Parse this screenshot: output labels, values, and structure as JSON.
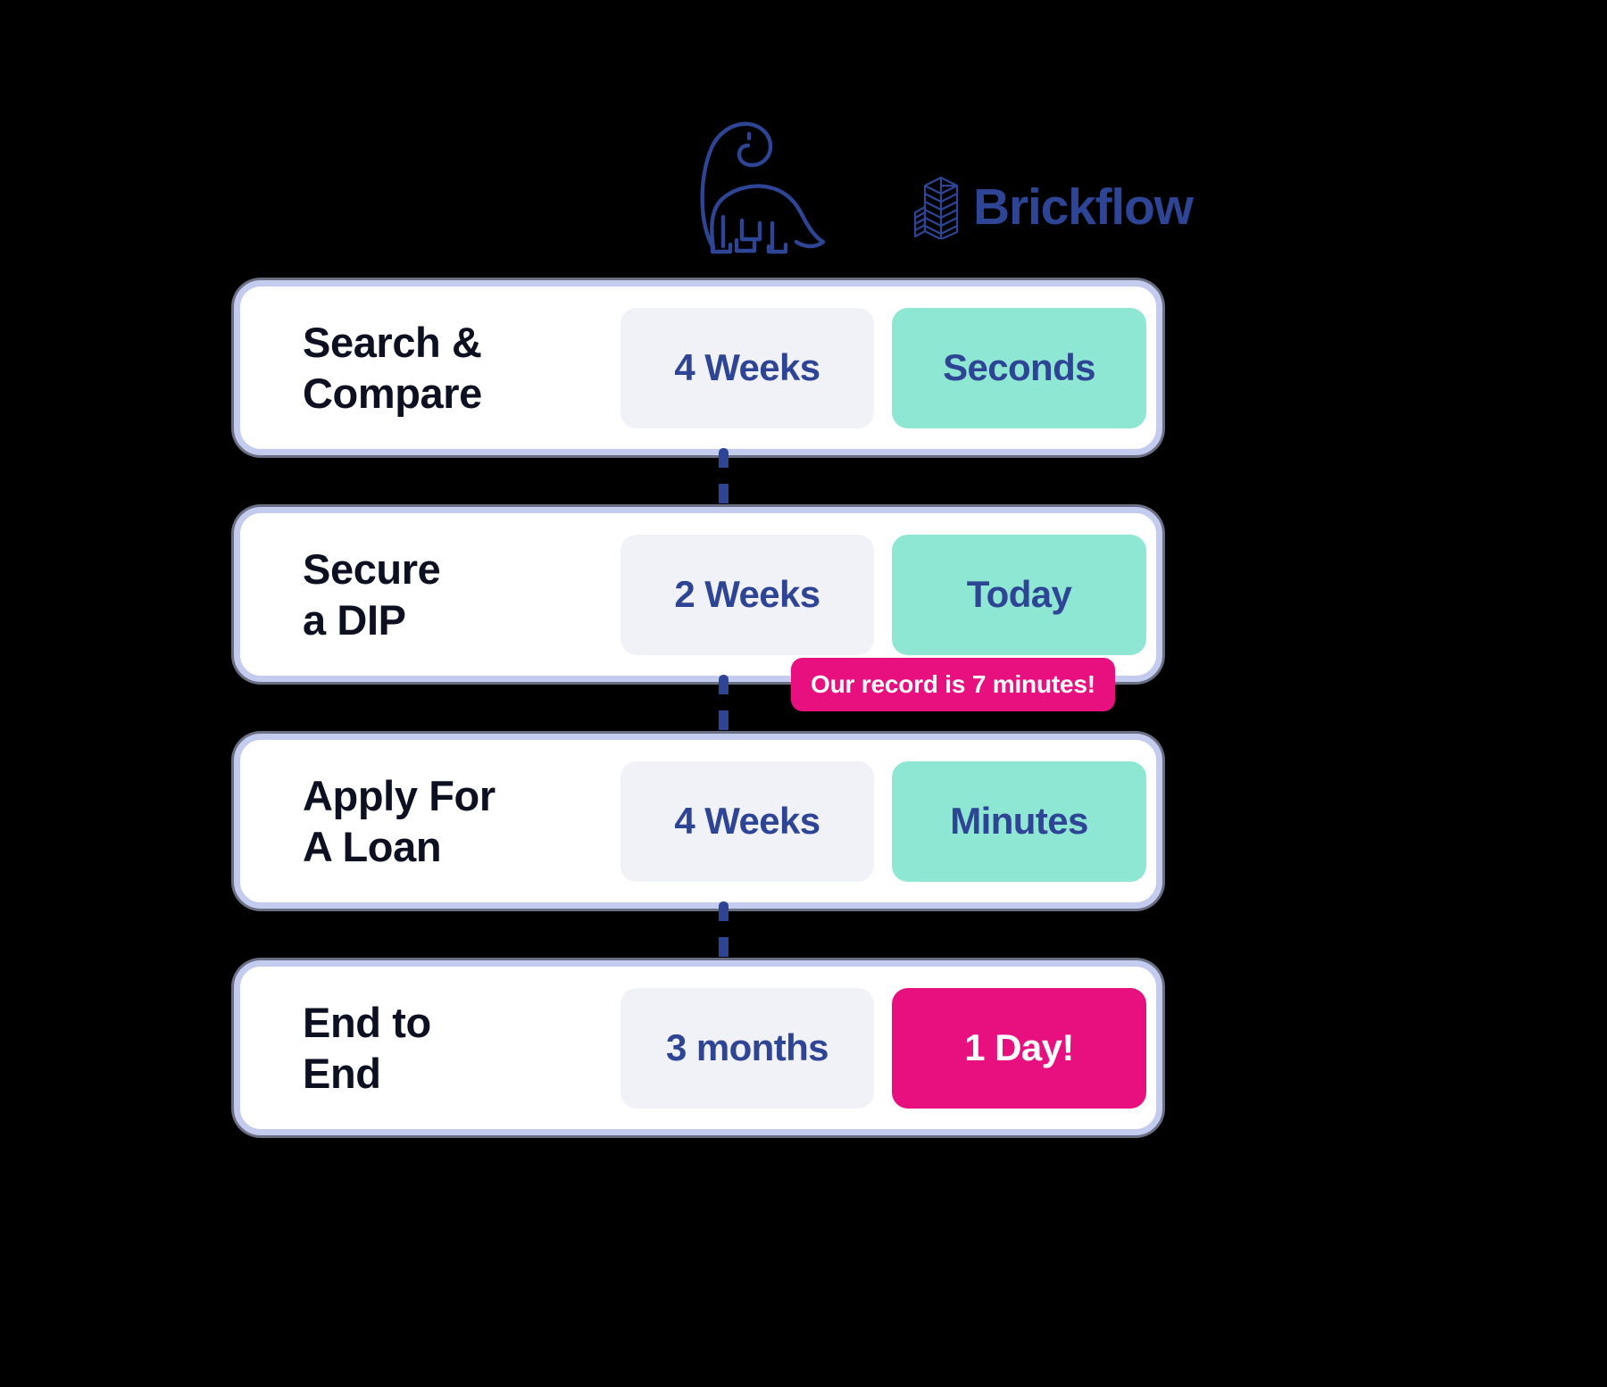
{
  "header": {
    "mascot_icon": "brontosaurus-icon",
    "brand_mark_icon": "brickflow-bricks-icon",
    "brand_name": "Brickflow"
  },
  "colors": {
    "background": "#000000",
    "card_background": "#ffffff",
    "card_border": "#c3cbef",
    "navy_text": "#2e4494",
    "label_text": "#0d1020",
    "pill_before_bg": "#f1f2f8",
    "teal": "#8ee7d3",
    "pink": "#e8107f",
    "connector": "#2e4494"
  },
  "comparison": {
    "rows": [
      {
        "label": "Search &\nCompare",
        "before": "4 Weeks",
        "after": "Seconds",
        "after_style": "teal"
      },
      {
        "label": "Secure\na DIP",
        "before": "2 Weeks",
        "after": "Today",
        "after_style": "teal"
      },
      {
        "label": "Apply For\nA Loan",
        "before": "4 Weeks",
        "after": "Minutes",
        "after_style": "teal"
      },
      {
        "label": "End to\nEnd",
        "before": "3 months",
        "after": "1 Day!",
        "after_style": "pink"
      }
    ],
    "record_badge": "Our record is 7 minutes!"
  }
}
